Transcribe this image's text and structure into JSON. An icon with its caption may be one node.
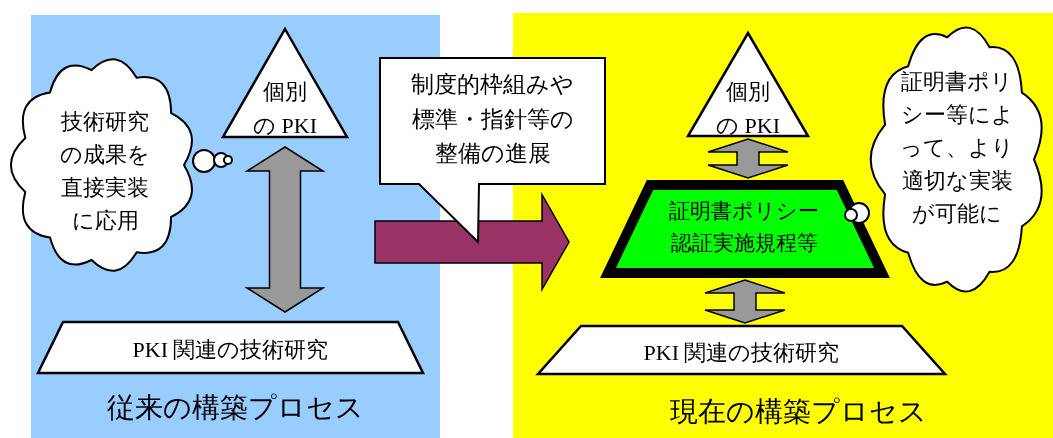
{
  "diagram": {
    "nodes": [
      {
        "text": [
          "従来の構築プロセス"
        ]
      },
      {
        "text": [
          "技術研究の成果を直接実装に応用"
        ],
        "in": 0
      },
      {
        "text": [
          "個別の PKI"
        ],
        "in": 0
      },
      {
        "text": [
          "PKI 関連の技術研究"
        ],
        "in": 0
      },
      {
        "text": [
          "制度的枠組みや標準・指針等の整備の進展"
        ]
      },
      {
        "text": [
          "現在の構築プロセス"
        ]
      },
      {
        "text": [
          "個別の PKI"
        ],
        "in": 5
      },
      {
        "text": [
          "証明書ポリシー認証実施規程等"
        ],
        "in": 5
      },
      {
        "text": [
          "証明書ポリシー等によって、より適切な実装が可能に"
        ],
        "in": 5
      },
      {
        "text": [
          "PKI 関連の技術研究"
        ],
        "in": 5
      }
    ],
    "edges": [
      {
        "from": 2,
        "to": 3,
        "arrow": "both"
      },
      {
        "from": 0,
        "to": 5,
        "arrow": "to",
        "style": "thick",
        "color": "#993366"
      },
      {
        "from": 6,
        "to": 7,
        "arrow": "both"
      },
      {
        "from": 7,
        "to": 9,
        "arrow": "both"
      }
    ]
  }
}
